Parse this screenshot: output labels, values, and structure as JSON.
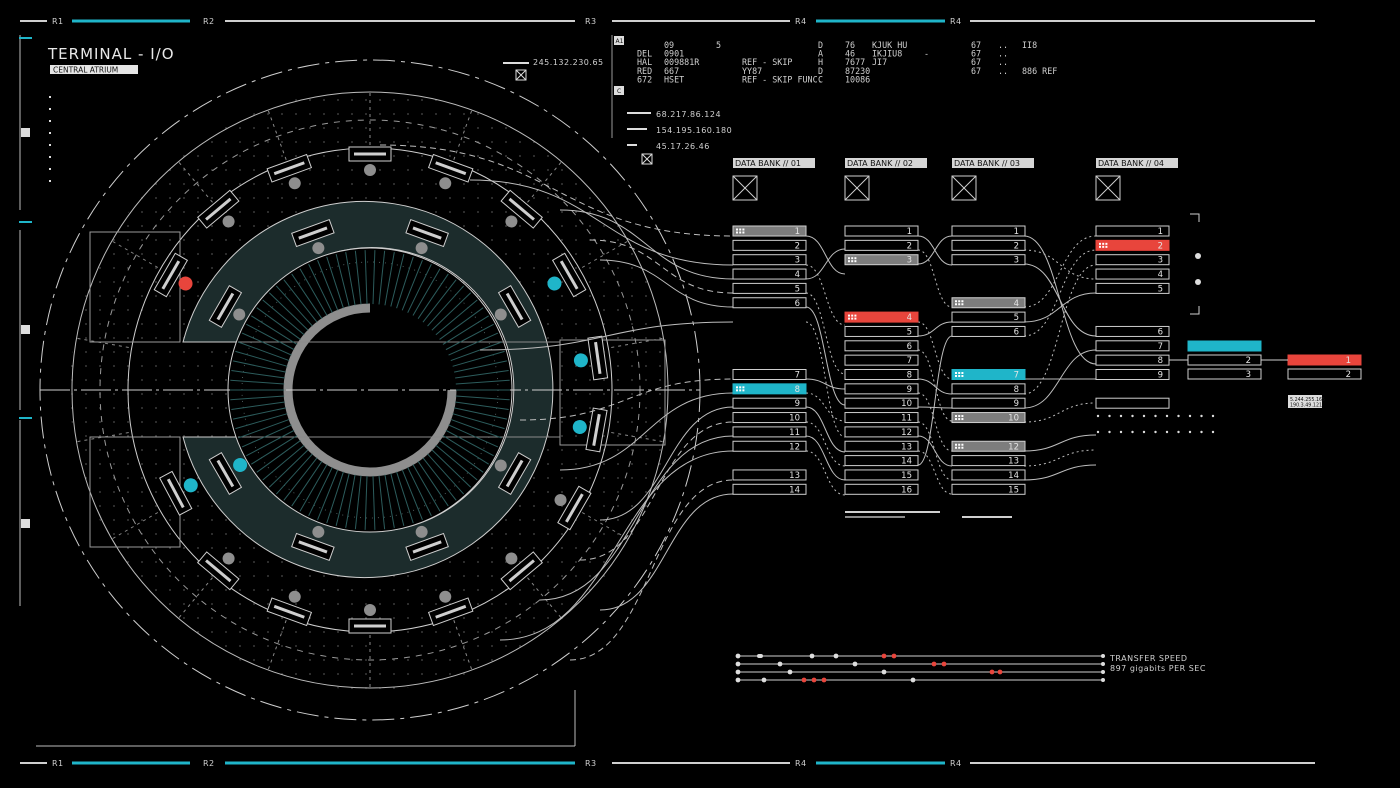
{
  "header": {
    "title": "TERMINAL - I/O",
    "subtitle": "CENTRAL ATRIUM",
    "ruler_labels": [
      "R1",
      "R2",
      "R3",
      "R4",
      "R4"
    ],
    "ip_main": "245.132.230.65"
  },
  "info_panel": {
    "section_a": "A1",
    "section_c": "C",
    "rows_left": [
      [
        "",
        "09",
        "5",
        ""
      ],
      [
        "DEL",
        "0901",
        "",
        ""
      ],
      [
        "HAL",
        "009881R",
        "",
        "REF - SKIP"
      ],
      [
        "RED",
        "667",
        "",
        "YY87"
      ],
      [
        "672",
        "HSET",
        "",
        "REF - SKIP FUNC."
      ]
    ],
    "rows_mid": [
      [
        "D",
        "76",
        "KJUK HU",
        ""
      ],
      [
        "A",
        "46",
        "IKJIU8",
        "-"
      ],
      [
        "H",
        "7677",
        "JI7",
        ""
      ],
      [
        "D",
        "87230",
        "",
        ""
      ],
      [
        "C",
        "10086",
        "",
        ""
      ]
    ],
    "rows_right": [
      [
        "67",
        "..",
        "II8"
      ],
      [
        "67",
        "..",
        ""
      ],
      [
        "67",
        "..",
        ""
      ],
      [
        "67",
        "..",
        "886 REF"
      ]
    ],
    "ips": [
      "68.217.86.124",
      "154.195.160.180",
      "45.17.26.46"
    ]
  },
  "banks": [
    {
      "title": "DATA BANK // 01"
    },
    {
      "title": "DATA BANK // 02"
    },
    {
      "title": "DATA BANK // 03"
    },
    {
      "title": "DATA BANK // 04"
    }
  ],
  "colors": {
    "red": "#e8453c",
    "cyan": "#1fb5c9",
    "teal_ring": "#1c2c2c",
    "line": "#d0d0d0"
  },
  "transfer": {
    "label": "TRANSFER SPEED",
    "value": "897 gigabits PER SEC"
  },
  "final_ips": [
    "5.244.255.165",
    "190.3.49.121"
  ]
}
